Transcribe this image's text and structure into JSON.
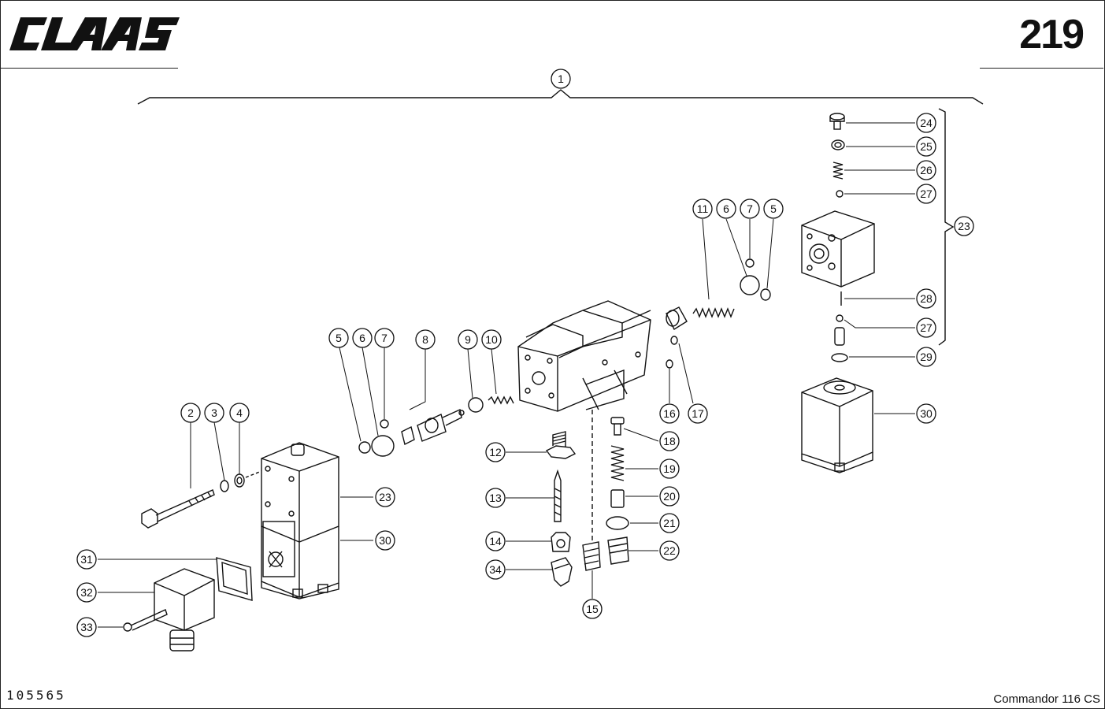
{
  "header": {
    "brand": "CLAAS",
    "page_number": "219"
  },
  "footer": {
    "drawing_number": "105565",
    "model": "Commandor 116 CS"
  },
  "callouts": [
    {
      "id": "c1",
      "label": "1"
    },
    {
      "id": "c2",
      "label": "2"
    },
    {
      "id": "c3",
      "label": "3"
    },
    {
      "id": "c4",
      "label": "4"
    },
    {
      "id": "c5a",
      "label": "5"
    },
    {
      "id": "c6a",
      "label": "6"
    },
    {
      "id": "c7a",
      "label": "7"
    },
    {
      "id": "c8",
      "label": "8"
    },
    {
      "id": "c9",
      "label": "9"
    },
    {
      "id": "c10",
      "label": "10"
    },
    {
      "id": "c11",
      "label": "11"
    },
    {
      "id": "c6b",
      "label": "6"
    },
    {
      "id": "c7b",
      "label": "7"
    },
    {
      "id": "c5b",
      "label": "5"
    },
    {
      "id": "c12",
      "label": "12"
    },
    {
      "id": "c13",
      "label": "13"
    },
    {
      "id": "c14",
      "label": "14"
    },
    {
      "id": "c34",
      "label": "34"
    },
    {
      "id": "c15",
      "label": "15"
    },
    {
      "id": "c16",
      "label": "16"
    },
    {
      "id": "c17",
      "label": "17"
    },
    {
      "id": "c18",
      "label": "18"
    },
    {
      "id": "c19",
      "label": "19"
    },
    {
      "id": "c20",
      "label": "20"
    },
    {
      "id": "c21",
      "label": "21"
    },
    {
      "id": "c22",
      "label": "22"
    },
    {
      "id": "c23a",
      "label": "23"
    },
    {
      "id": "c30a",
      "label": "30"
    },
    {
      "id": "c31",
      "label": "31"
    },
    {
      "id": "c32",
      "label": "32"
    },
    {
      "id": "c33",
      "label": "33"
    },
    {
      "id": "c24",
      "label": "24"
    },
    {
      "id": "c25",
      "label": "25"
    },
    {
      "id": "c26",
      "label": "26"
    },
    {
      "id": "c27a",
      "label": "27"
    },
    {
      "id": "c23b",
      "label": "23"
    },
    {
      "id": "c28",
      "label": "28"
    },
    {
      "id": "c27b",
      "label": "27"
    },
    {
      "id": "c29",
      "label": "29"
    },
    {
      "id": "c30b",
      "label": "30"
    }
  ]
}
